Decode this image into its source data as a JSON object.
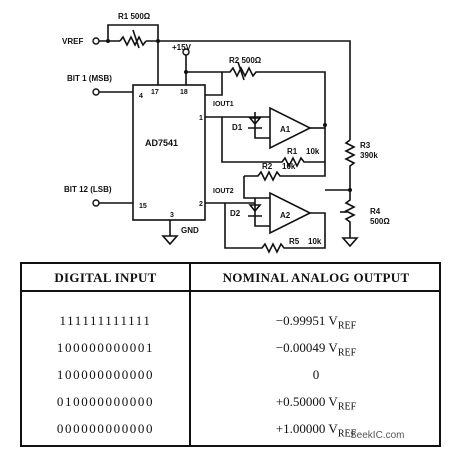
{
  "schematic": {
    "chip": {
      "name": "AD7541",
      "pin_4": "4",
      "pin_15": "15",
      "pin_17": "17",
      "pin_18": "18",
      "pin_1": "1",
      "pin_2": "2",
      "pin_3": "3"
    },
    "vref_label": "VREF",
    "bit1_label": "BIT 1 (MSB)",
    "bit12_label": "BIT 12 (LSB)",
    "supply_label": "+15V",
    "gnd_label": "GND",
    "iout1_label": "IOUT1",
    "iout2_label": "IOUT2",
    "r1_label": "R1 500Ω",
    "r2_label": "R2 500Ω",
    "r3_label": "R3",
    "r3_value": "390k",
    "r4_label": "R4",
    "r4_value": "500Ω",
    "r1b_label": "R1",
    "r1b_value": "10k",
    "r2b_label": "R2",
    "r2b_value": "10k",
    "r5_label": "R5",
    "r5_value": "10k",
    "a1_label": "A1",
    "a2_label": "A2",
    "d1_label": "D1",
    "d2_label": "D2"
  },
  "table": {
    "header_input": "DIGITAL INPUT",
    "header_output": "NOMINAL ANALOG OUTPUT",
    "rows": [
      {
        "input": "111111111111",
        "output": "−0.99951 V",
        "sub": "REF"
      },
      {
        "input": "100000000001",
        "output": "−0.00049 V",
        "sub": "REF"
      },
      {
        "input": "100000000000",
        "output": "0",
        "sub": ""
      },
      {
        "input": "010000000000",
        "output": "+0.50000 V",
        "sub": "REF"
      },
      {
        "input": "000000000000",
        "output": "+1.00000 V",
        "sub": "REF"
      }
    ]
  },
  "watermark": "SeekIC.com"
}
